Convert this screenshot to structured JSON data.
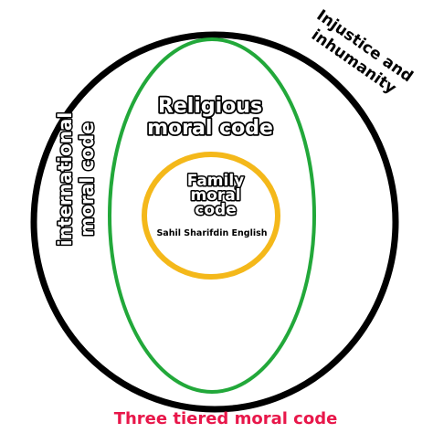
{
  "diagram": {
    "outer_label_line1": "Injustice and",
    "outer_label_line2": "inhumanity",
    "international_line1": "international",
    "international_line2": "moral code",
    "religious_line1": "Religious",
    "religious_line2": "moral code",
    "family_line1": "Family",
    "family_line2": "moral",
    "family_line3": "code",
    "credit": "Sahil Sharifdin English",
    "caption": "Three tiered moral code"
  },
  "colors": {
    "outer_ring": "#000000",
    "middle_ring": "#22a83a",
    "inner_ring": "#f4b81a",
    "caption": "#e8174a",
    "background": "#ffffff"
  }
}
